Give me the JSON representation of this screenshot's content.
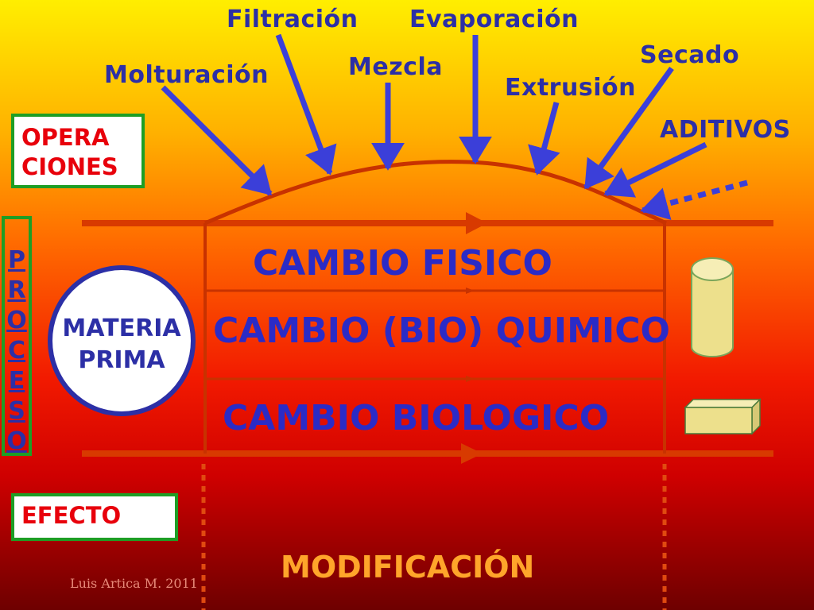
{
  "operations": {
    "filtracion": "Filtración",
    "evaporacion": "Evaporación",
    "molturacion": "Molturación",
    "mezcla": "Mezcla",
    "secado": "Secado",
    "extrusion": "Extrusión",
    "aditivos": "ADITIVOS"
  },
  "labels": {
    "operaciones_line1": "OPERA",
    "operaciones_line2": "CIONES",
    "proceso_letters": [
      "P",
      "R",
      "O",
      "C",
      "E",
      "S",
      "O"
    ],
    "efecto": "EFECTO",
    "materia_line1": "MATERIA",
    "materia_line2": "PRIMA",
    "cambio_fisico": "CAMBIO  FISICO",
    "cambio_quimico": "CAMBIO (BIO) QUIMICO",
    "cambio_biologico": "CAMBIO BIOLOGICO",
    "modificacion": "MODIFICACIÓN",
    "credit": "Luis Artica M. 2011"
  },
  "colors": {
    "operation_blue": "#2c2fa6",
    "box_border_green": "#1e9e25",
    "box_text_red": "#e8000b",
    "flow_line": "#d83a00",
    "modificacion_orange": "#ffa52a",
    "product_fill": "#ede08c"
  },
  "icons": [
    "arrow-down-icon",
    "cylinder-icon",
    "block-icon"
  ]
}
